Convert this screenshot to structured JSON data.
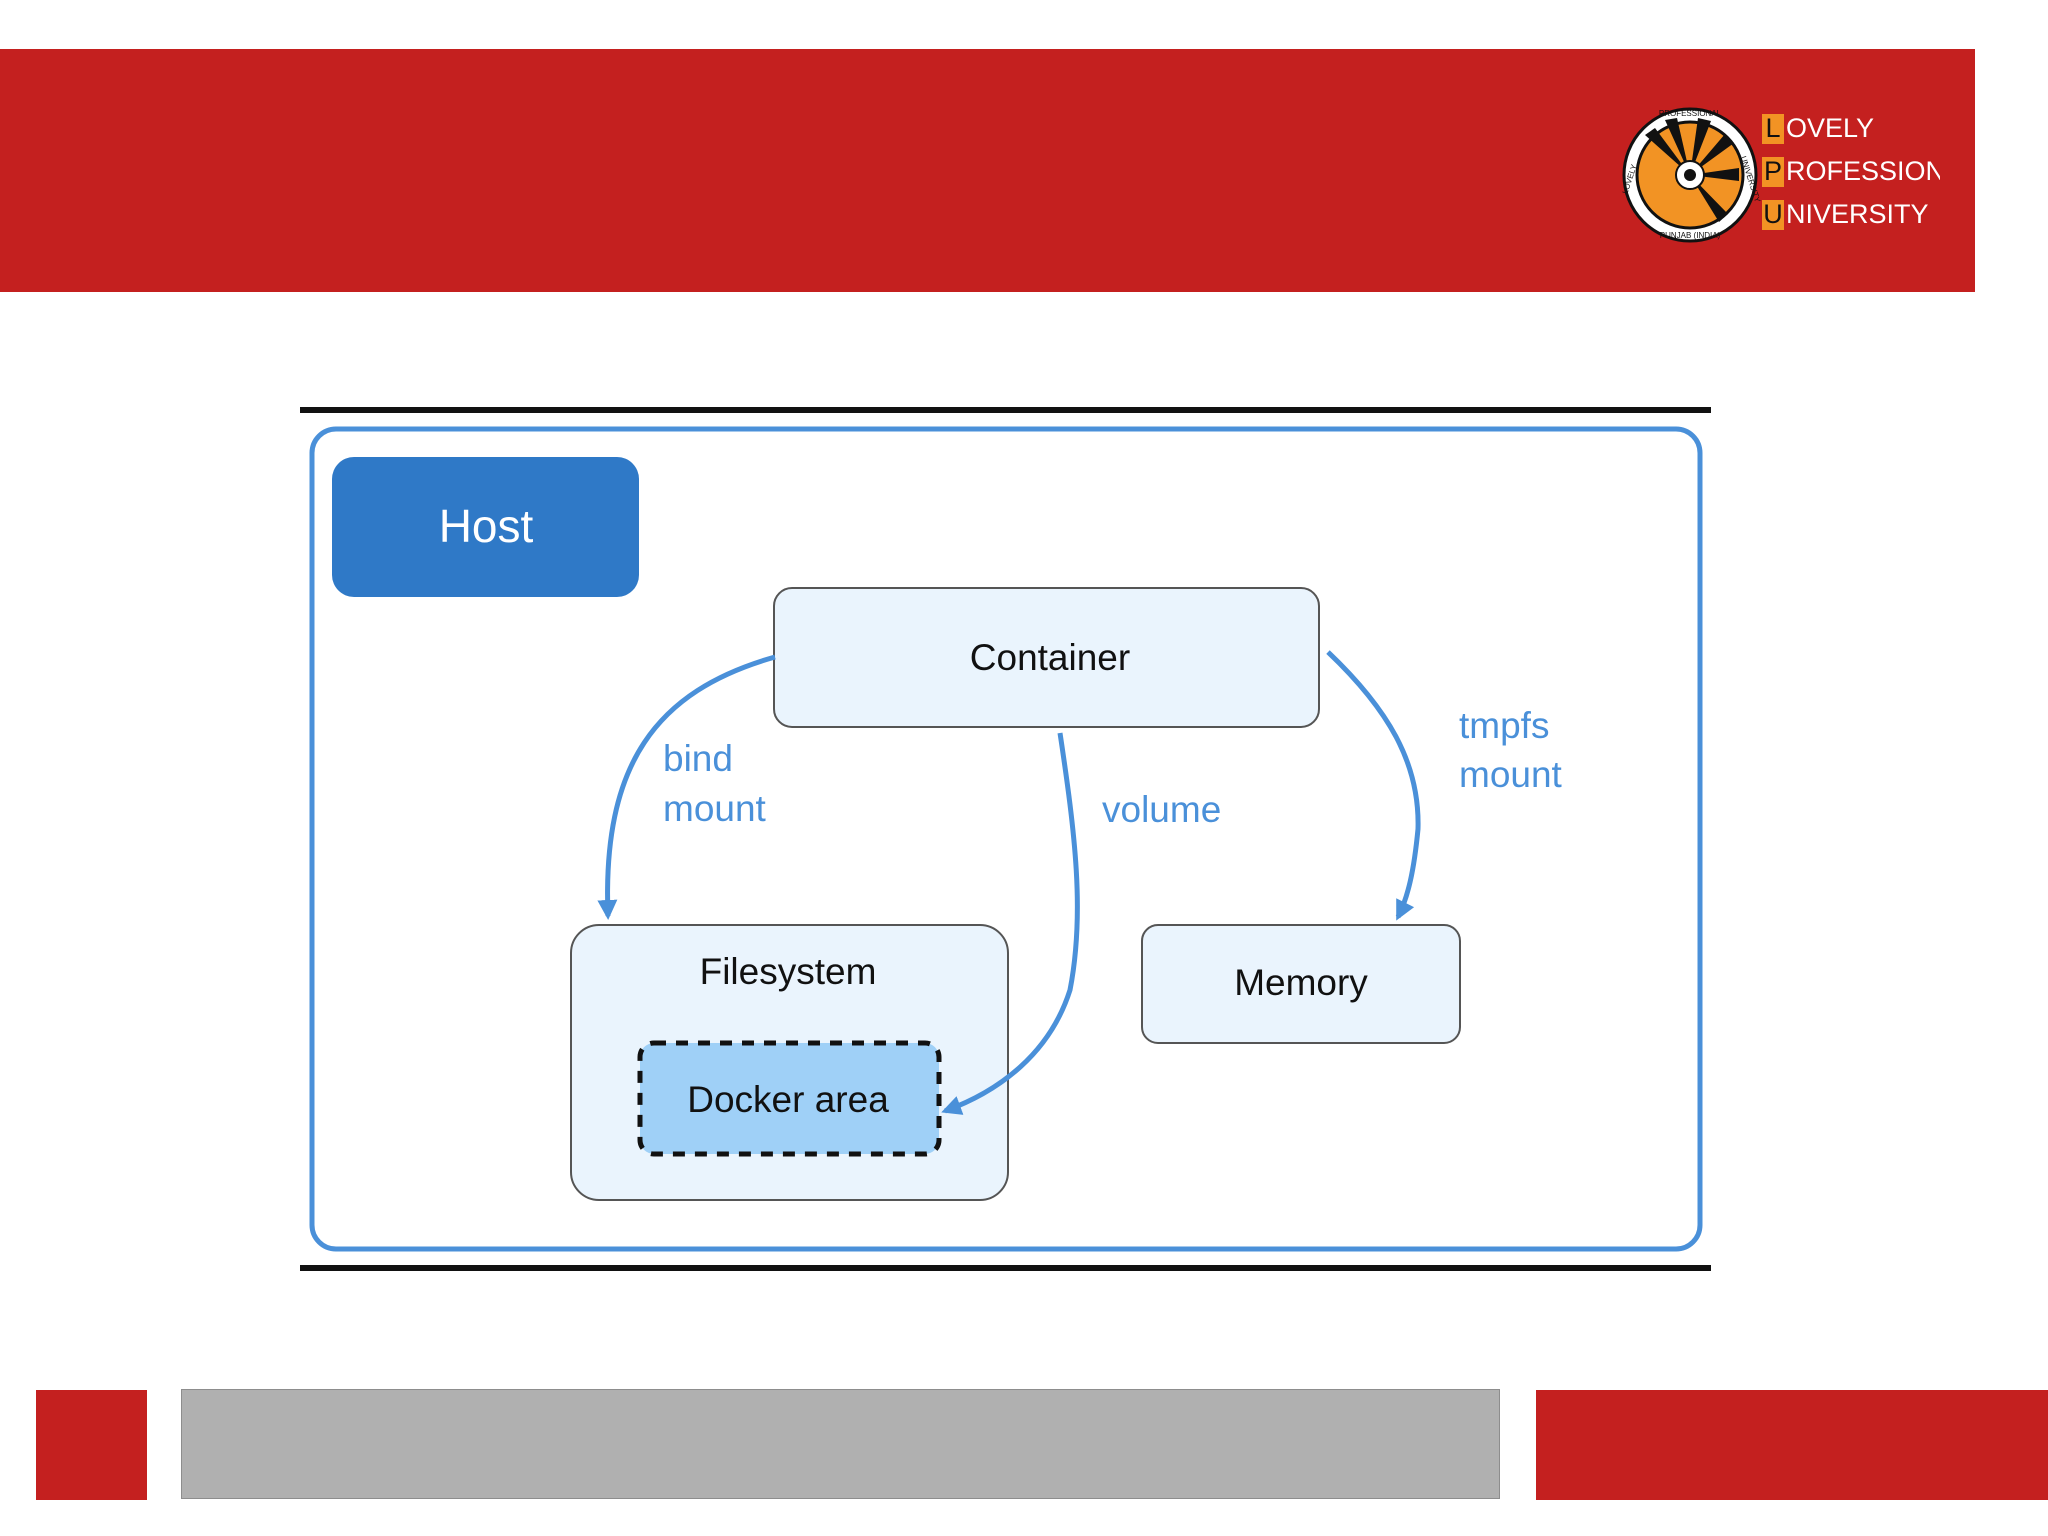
{
  "colors": {
    "brand_red": "#c4201f",
    "diagram_blue": "#4a90d9",
    "host_blue": "#2f79c7",
    "box_fill": "#eaf4fd",
    "docker_fill": "#9fd0f7",
    "footer_gray": "#b0b0b0",
    "logo_orange": "#f29324"
  },
  "logo": {
    "letters": [
      "L",
      "P",
      "U"
    ],
    "lines": [
      "OVELY",
      "ROFESSIONAL",
      "NIVERSITY"
    ],
    "seal_text_top": "PROFESSIONAL",
    "seal_text_left": "LOVELY",
    "seal_text_right": "UNIVERSITY",
    "seal_text_bottom": "PUNJAB (INDIA)"
  },
  "diagram": {
    "host_label": "Host",
    "container_label": "Container",
    "filesystem_label": "Filesystem",
    "docker_area_label": "Docker area",
    "memory_label": "Memory",
    "bind_mount_line1": "bind",
    "bind_mount_line2": "mount",
    "volume_label": "volume",
    "tmpfs_mount_line1": "tmpfs",
    "tmpfs_mount_line2": "mount"
  }
}
